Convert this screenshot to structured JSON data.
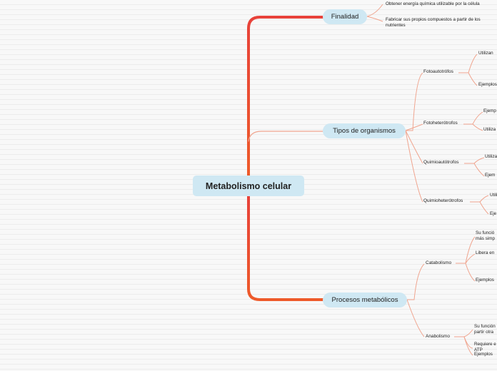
{
  "central": "Metabolismo celular",
  "branches": {
    "finalidad": {
      "label": "Finalidad",
      "items": [
        "Obtener energía química utilizable por la célula",
        "Fabricar sus propios compuestos a partir de los",
        "nutrientes"
      ]
    },
    "tipos": {
      "label": "Tipos de organismos",
      "fotoautotrofos": {
        "label": "Fotoautotrófos",
        "items": [
          "Utilizan",
          "Ejemplos"
        ]
      },
      "fotoheterotrofos": {
        "label": "Fotoheterótrofos",
        "items": [
          "Ejemp",
          "Utiliza"
        ]
      },
      "quimioautotrofos": {
        "label": "Quimioautótrofos",
        "items": [
          "Utiliza",
          "Ejem"
        ]
      },
      "quimioheterotrofos": {
        "label": "Quimioheterótrofos",
        "items": [
          "Utili",
          "Eje"
        ]
      }
    },
    "procesos": {
      "label": "Procesos metabólicos",
      "catabolismo": {
        "label": "Catabolismo",
        "items": [
          "Su funció",
          "más simp",
          "Libera en",
          "Ejemplos"
        ]
      },
      "anabolismo": {
        "label": "Anabolismo",
        "items": [
          "Su función",
          "partir otra",
          "Requiere e",
          "ATP",
          "Ejemplos"
        ]
      }
    }
  },
  "colors": {
    "trunk_top": "#e8423a",
    "trunk_bottom": "#ee5a2a",
    "branch_line": "#f0a58f",
    "node_fill": "#cfe8f3"
  }
}
